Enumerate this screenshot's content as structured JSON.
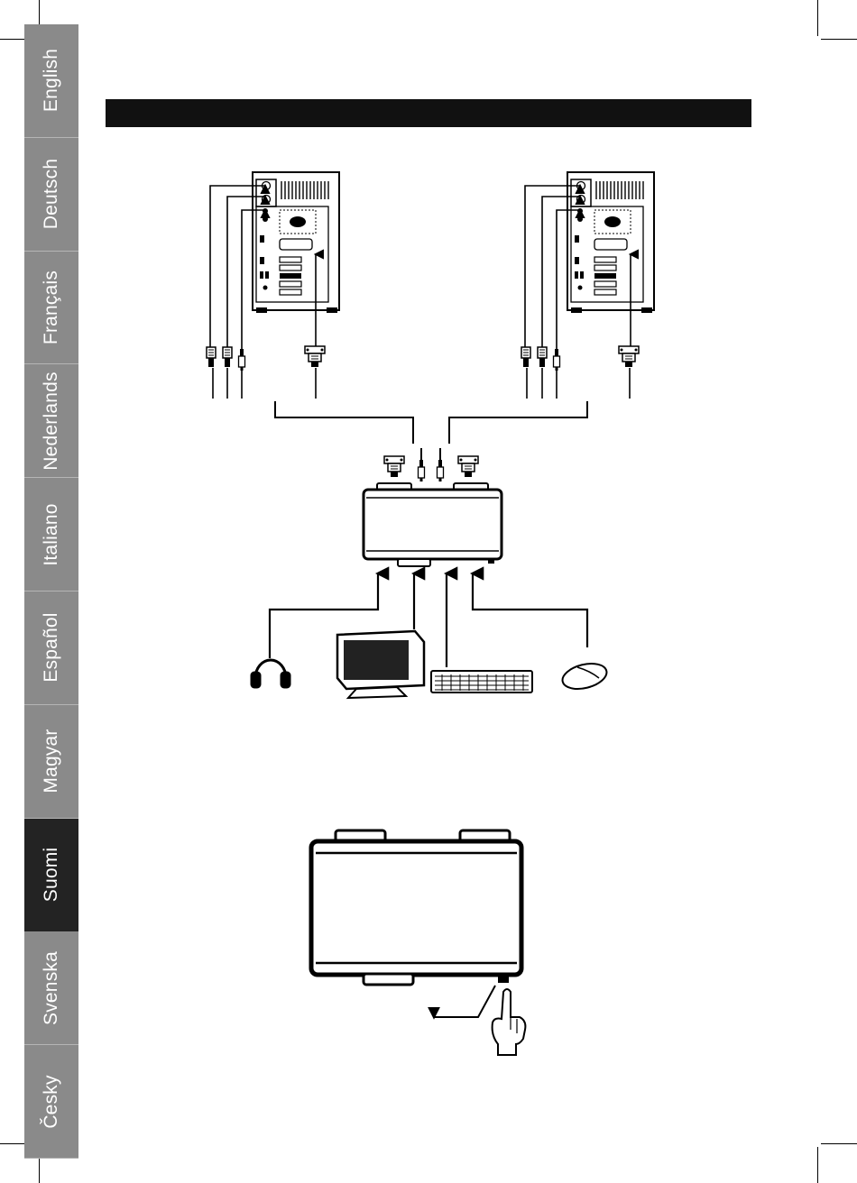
{
  "languages": [
    {
      "label": "English",
      "active": false
    },
    {
      "label": "Deutsch",
      "active": false
    },
    {
      "label": "Français",
      "active": false
    },
    {
      "label": "Nederlands",
      "active": false
    },
    {
      "label": "Italiano",
      "active": false
    },
    {
      "label": "Español",
      "active": false
    },
    {
      "label": "Magyar",
      "active": false
    },
    {
      "label": "Suomi",
      "active": true
    },
    {
      "label": "Svenska",
      "active": false
    },
    {
      "label": "Česky",
      "active": false
    }
  ],
  "header": {
    "title": ""
  },
  "colors": {
    "sidebar_tab": "#8a8a8a",
    "sidebar_active": "#232323",
    "header_bar": "#111111"
  }
}
